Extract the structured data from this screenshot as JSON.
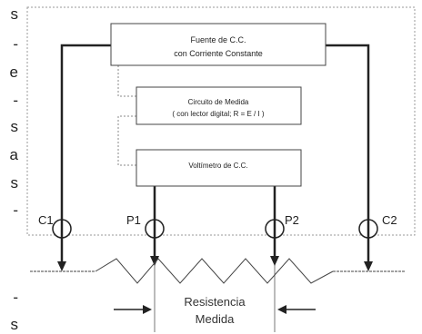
{
  "blocks": {
    "supply": {
      "line1": "Fuente de C.C.",
      "line2": "con Corriente Constante"
    },
    "measure": {
      "line1": "Circuito de Medida",
      "line2": "( con lector digital;  R = E / I )"
    },
    "voltmeter": {
      "line1": "Voltímetro de C.C."
    }
  },
  "terminals": {
    "c1": "C1",
    "p1": "P1",
    "p2": "P2",
    "c2": "C2"
  },
  "resistance_label": {
    "line1": "Resistencia",
    "line2": "Medida"
  },
  "margin_text": [
    "s",
    "-",
    "e",
    "-",
    "s",
    "a",
    "s",
    "-",
    "-",
    "s"
  ],
  "colors": {
    "ink": "#222222",
    "dashed_border": "#9a9a9a",
    "box_fill": "#ffffff",
    "box_stroke": "#444444"
  }
}
